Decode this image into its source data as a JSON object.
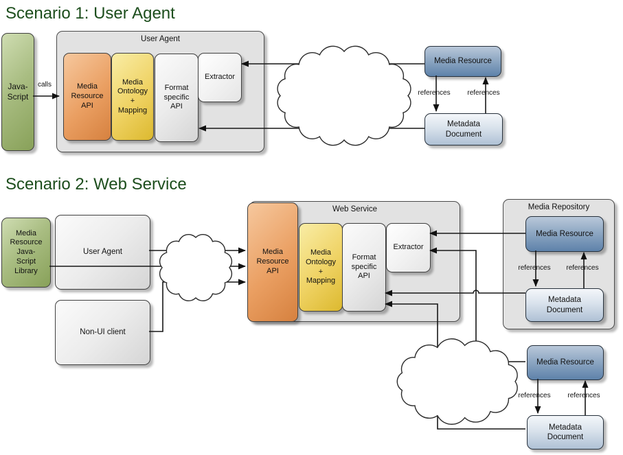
{
  "palette": {
    "title_green": "#1d4e1d",
    "box_green": "#a9bd82",
    "box_orange": "#ea9f62",
    "box_yellow": "#efd263",
    "box_blue": "#8fa8c3",
    "box_bluegray": "#d9e2ec",
    "container_gray": "#e2e2e2",
    "line_black": "#161616"
  },
  "scenario1": {
    "title": "Scenario 1: User Agent",
    "javascript_label": "Java-\nScript",
    "calls_label": "calls",
    "user_agent_label": "User Agent",
    "media_resource_api": "Media\nResource\nAPI",
    "media_ontology": "Media\nOntology\n+\nMapping",
    "format_api": "Format\nspecific\nAPI",
    "extractor": "Extractor",
    "media_resource": "Media Resource",
    "metadata_document": "Metadata\nDocument",
    "references_down": "references",
    "references_up": "references"
  },
  "scenario2": {
    "title": "Scenario 2: Web Service",
    "js_library_label": "Media\nResource\nJava-\nScript\nLibrary",
    "user_agent_label": "User Agent",
    "non_ui_label": "Non-UI client",
    "web_service_label": "Web Service",
    "media_resource_api": "Media\nResource\nAPI",
    "media_ontology": "Media\nOntology\n+\nMapping",
    "format_api": "Format\nspecific\nAPI",
    "extractor": "Extractor",
    "media_repository_label": "Media Repository",
    "repo": {
      "media_resource": "Media Resource",
      "metadata_document": "Metadata\nDocument",
      "references_down": "references",
      "references_up": "references"
    },
    "web": {
      "media_resource": "Media Resource",
      "metadata_document": "Metadata\nDocument",
      "references_down": "references",
      "references_up": "references"
    }
  }
}
